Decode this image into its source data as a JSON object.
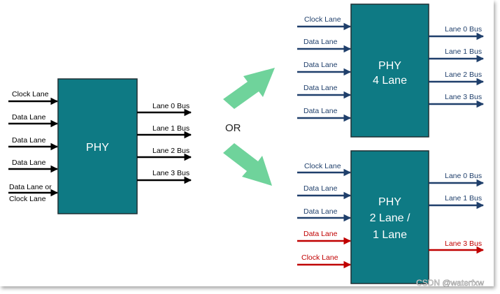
{
  "colors": {
    "phy_fill": "#0e7a84",
    "phy_stroke": "#1f2f33",
    "left_arrow": "#000000",
    "right_arrow": "#1f3f6b",
    "highlight": "#c00000",
    "big_arrow": "#6fd39b"
  },
  "left": {
    "phy_label": "PHY",
    "inputs": [
      "Clock Lane",
      "Data Lane",
      "Data Lane",
      "Data Lane",
      "Data Lane or",
      "Clock Lane"
    ],
    "outputs": [
      "Lane 0 Bus",
      "Lane 1 Bus",
      "Lane 2 Bus",
      "Lane 3 Bus"
    ]
  },
  "or_label": "OR",
  "top_right": {
    "phy_label_1": "PHY",
    "phy_label_2": "4 Lane",
    "inputs": [
      "Clock Lane",
      "Data Lane",
      "Data Lane",
      "Data Lane",
      "Data Lane"
    ],
    "outputs": [
      "Lane 0 Bus",
      "Lane 1 Bus",
      "Lane 2 Bus",
      "Lane 3 Bus"
    ]
  },
  "bottom_right": {
    "phy_label_1": "PHY",
    "phy_label_2": "2 Lane /",
    "phy_label_3": "1 Lane",
    "inputs": [
      "Clock Lane",
      "Data Lane",
      "Data Lane",
      "Data Lane",
      "Clock Lane"
    ],
    "outputs": [
      "Lane 0 Bus",
      "Lane 1 Bus",
      "Lane 3 Bus"
    ]
  },
  "watermark": "CSDN @waterfxw"
}
